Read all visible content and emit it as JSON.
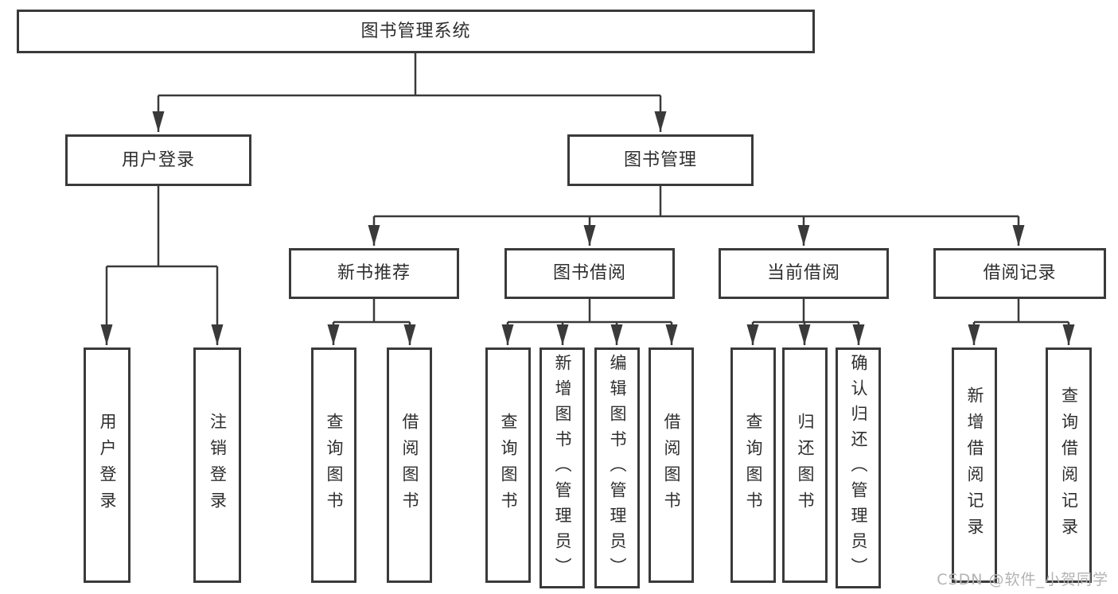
{
  "root": {
    "label": "图书管理系统"
  },
  "user_login": {
    "label": "用户登录",
    "children": [
      {
        "label": "用户登录"
      },
      {
        "label": "注销登录"
      }
    ]
  },
  "book_mgmt": {
    "label": "图书管理",
    "sections": [
      {
        "label": "新书推荐",
        "children": [
          {
            "label": "查询图书"
          },
          {
            "label": "借阅图书"
          }
        ]
      },
      {
        "label": "图书借阅",
        "children": [
          {
            "label": "查询图书"
          },
          {
            "label": "新增图书（管理员）"
          },
          {
            "label": "编辑图书（管理员）"
          },
          {
            "label": "借阅图书"
          }
        ]
      },
      {
        "label": "当前借阅",
        "children": [
          {
            "label": "查询图书"
          },
          {
            "label": "归还图书"
          },
          {
            "label": "确认归还（管理员）"
          }
        ]
      },
      {
        "label": "借阅记录",
        "children": [
          {
            "label": "新增借阅记录"
          },
          {
            "label": "查询借阅记录"
          }
        ]
      }
    ]
  },
  "watermark": "CSDN @软件_小贺同学",
  "colors": {
    "line": "#3a3a3a",
    "text": "#2e2e2e",
    "watermark": "#b3b3b3"
  }
}
